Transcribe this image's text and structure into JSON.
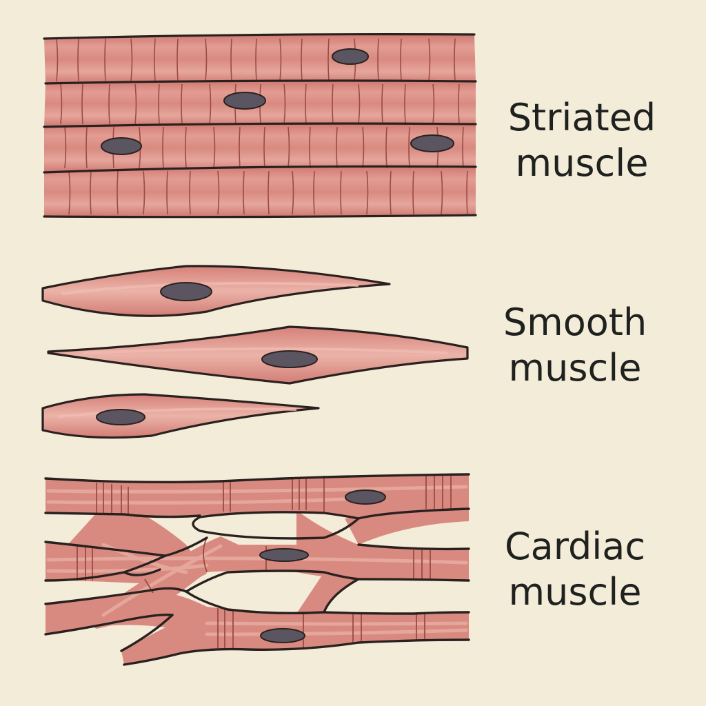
{
  "colors": {
    "background": "#f3ecd9",
    "fiber": "#d98a80",
    "fiber_light": "#eab0a5",
    "fiber_dark": "#c9716a",
    "outline": "#2a211f",
    "striation": "#9c4a45",
    "nucleus": "#5a5560",
    "text": "#1e211e"
  },
  "labels": {
    "striated": {
      "line1": "Striated",
      "line2": "muscle"
    },
    "smooth": {
      "line1": "Smooth",
      "line2": "muscle"
    },
    "cardiac": {
      "line1": "Cardiac",
      "line2": "muscle"
    }
  }
}
